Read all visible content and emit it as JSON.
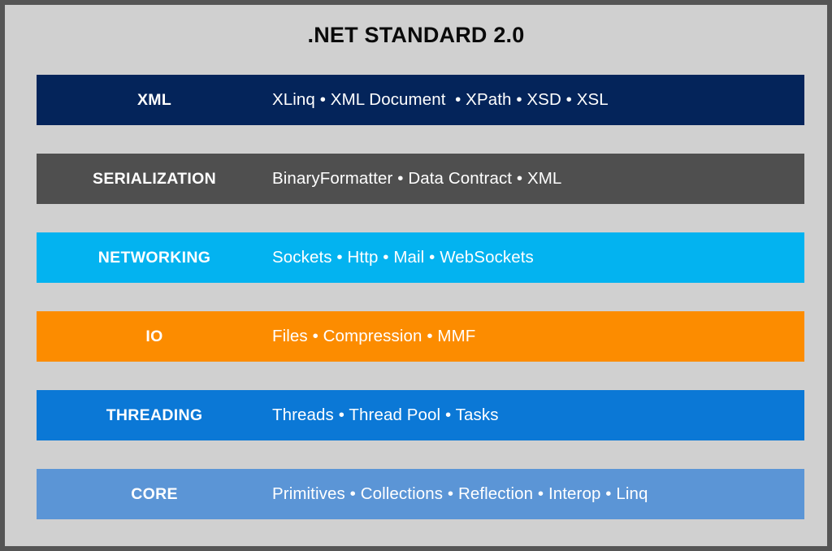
{
  "diagram": {
    "title": ".NET STANDARD 2.0",
    "background_color": "#d0d0d0",
    "border_color": "#555555",
    "title_color": "#0a0a0a",
    "text_color": "#ffffff",
    "separator": "•",
    "layers": [
      {
        "name": "XML",
        "items_text": "XLinq • XML Document  • XPath • XSD • XSL",
        "items": [
          "XLinq",
          "XML Document",
          "XPath",
          "XSD",
          "XSL"
        ],
        "color": "#04245a"
      },
      {
        "name": "SERIALIZATION",
        "items_text": "BinaryFormatter • Data Contract • XML",
        "items": [
          "BinaryFormatter",
          "Data Contract",
          "XML"
        ],
        "color": "#4f4f4f"
      },
      {
        "name": "NETWORKING",
        "items_text": "Sockets • Http • Mail • WebSockets",
        "items": [
          "Sockets",
          "Http",
          "Mail",
          "WebSockets"
        ],
        "color": "#03b3f0"
      },
      {
        "name": "IO",
        "items_text": "Files • Compression • MMF",
        "items": [
          "Files",
          "Compression",
          "MMF"
        ],
        "color": "#fc8c00"
      },
      {
        "name": "THREADING",
        "items_text": "Threads • Thread Pool • Tasks",
        "items": [
          "Threads",
          "Thread Pool",
          "Tasks"
        ],
        "color": "#0b78d6"
      },
      {
        "name": "CORE",
        "items_text": "Primitives • Collections • Reflection • Interop • Linq",
        "items": [
          "Primitives",
          "Collections",
          "Reflection",
          "Interop",
          "Linq"
        ],
        "color": "#5b95d6"
      }
    ]
  }
}
